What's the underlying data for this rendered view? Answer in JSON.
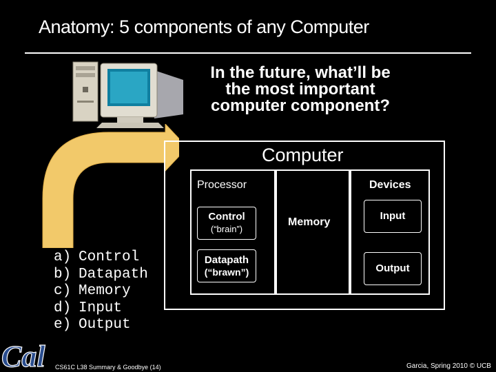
{
  "slide": {
    "title": "Anatomy: 5 components of any Computer",
    "question": "In the future, what’ll be the most important computer component?"
  },
  "diagram": {
    "computer_label": "Computer",
    "processor_label": "Processor",
    "control_label": "Control",
    "control_note": "(“brain”)",
    "datapath_label": "Datapath",
    "datapath_note": "(“brawn”)",
    "memory_label": "Memory",
    "devices_label": "Devices",
    "input_label": "Input",
    "output_label": "Output"
  },
  "quiz": {
    "options": [
      {
        "letter": "a)",
        "text": "Control"
      },
      {
        "letter": "b)",
        "text": "Datapath"
      },
      {
        "letter": "c)",
        "text": "Memory"
      },
      {
        "letter": "d)",
        "text": "Input"
      },
      {
        "letter": "e)",
        "text": "Output"
      }
    ]
  },
  "footer": {
    "left": "CS61C L38 Summary & Goodbye (14)",
    "right": "Garcia, Spring 2010 © UCB",
    "logo_text": "Cal"
  },
  "colors": {
    "arrow": "#f2c96a",
    "arrow_edge": "#e0ae48",
    "logo": "#2a4d8f"
  }
}
